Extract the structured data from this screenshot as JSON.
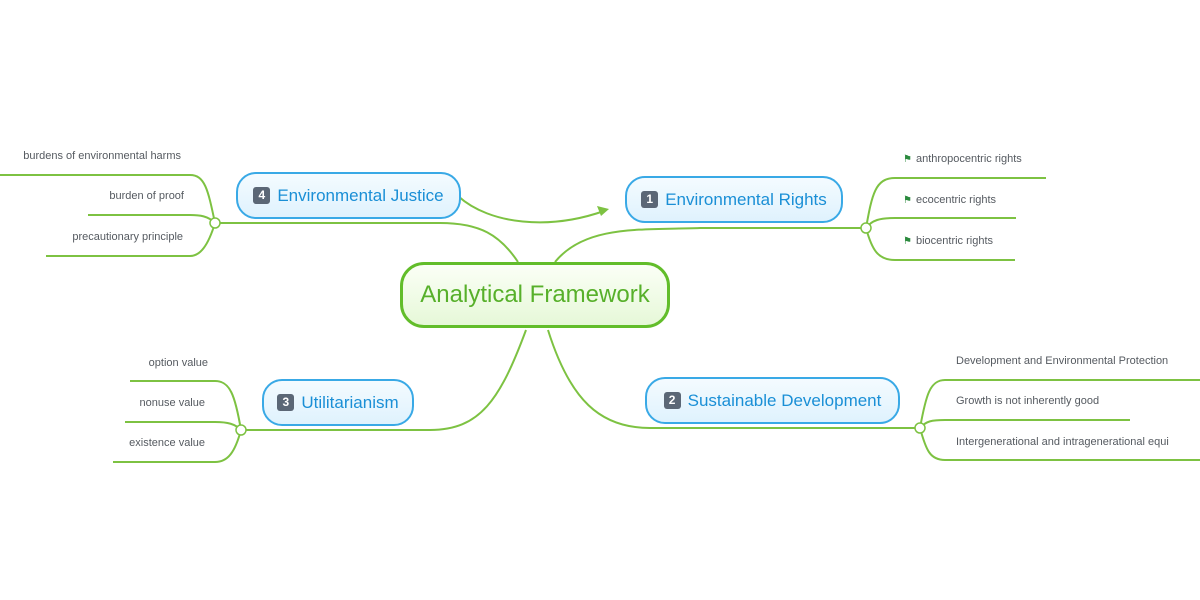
{
  "central": {
    "label": "Analytical Framework"
  },
  "branches": {
    "rights": {
      "number": "1",
      "label": "Environmental Rights",
      "items": [
        "anthropocentric rights",
        "ecocentric rights",
        "biocentric rights"
      ]
    },
    "sustainable": {
      "number": "2",
      "label": "Sustainable Development",
      "items": [
        "Development and Environmental Protection",
        "Growth is not inherently good",
        "Intergenerational and intragenerational equi"
      ]
    },
    "utilitarianism": {
      "number": "3",
      "label": "Utilitarianism",
      "items": [
        "option value",
        "nonuse value",
        "existence value"
      ]
    },
    "justice": {
      "number": "4",
      "label": "Environmental Justice",
      "items": [
        "burdens of environmental harms",
        "burden of proof",
        "precautionary principle"
      ]
    }
  },
  "colors": {
    "branch_line": "#7dc242",
    "topic_border": "#39a9e6",
    "topic_text": "#1a8fd6",
    "central_text": "#57b02a"
  },
  "icons": {
    "badge": "number-badge-icon",
    "leaf_marker": "flag-icon"
  }
}
